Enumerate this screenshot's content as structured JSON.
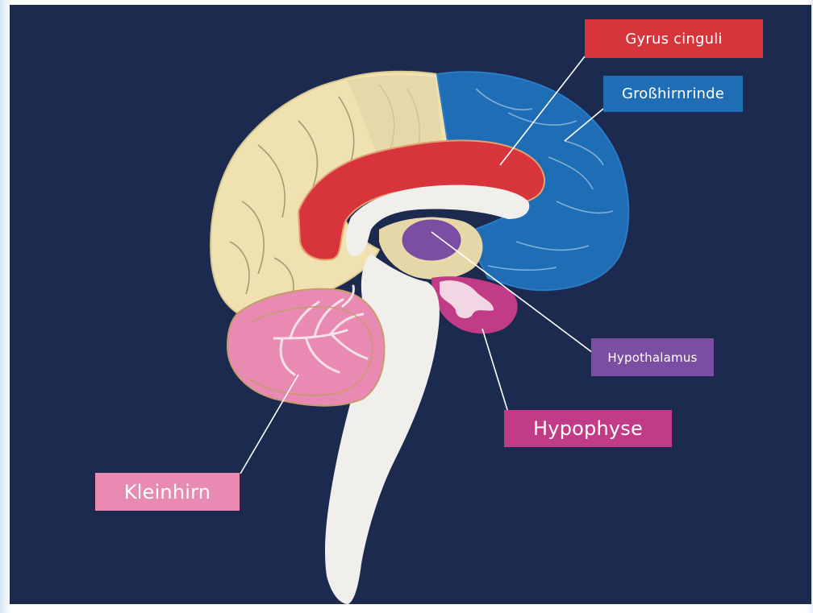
{
  "labels": {
    "gyrus_cinguli": "Gyrus cinguli",
    "grosshirnrinde": "Großhirnrinde",
    "hypothalamus": "Hypothalamus",
    "hypophyse": "Hypophyse",
    "kleinhirn": "Kleinhirn"
  },
  "colors": {
    "background": "#1c2a4f",
    "cortex_beige": "#efe2b0",
    "cortex_blue": "#1f6db5",
    "gyrus_red": "#d8343b",
    "cerebellum_pink": "#e98ab3",
    "hypothalamus_purple": "#7b4ea3",
    "hypophyse_magenta": "#c23b86",
    "brainstem_white": "#f1efec"
  }
}
